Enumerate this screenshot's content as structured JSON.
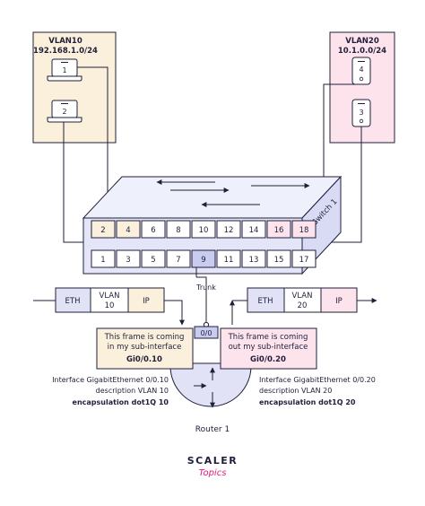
{
  "vlan10": {
    "name": "VLAN10",
    "subnet": "192.168.1.0/24",
    "hosts": [
      "1",
      "2"
    ]
  },
  "vlan20": {
    "name": "VLAN20",
    "subnet": "10.1.0.0/24",
    "hosts": [
      "4",
      "3"
    ]
  },
  "switch": {
    "label": "Switch 1",
    "top_row": [
      "2",
      "4",
      "6",
      "8",
      "10",
      "12",
      "14",
      "16",
      "18"
    ],
    "bottom_row": [
      "1",
      "3",
      "5",
      "7",
      "9",
      "11",
      "13",
      "15",
      "17"
    ]
  },
  "trunk_label": "Trunk",
  "router_port": "0/0",
  "router_label": "Router 1",
  "frame_in": {
    "eth": "ETH",
    "vlan": "VLAN\n10",
    "ip": "IP"
  },
  "frame_out": {
    "eth": "ETH",
    "vlan": "VLAN\n20",
    "ip": "IP"
  },
  "sub_in": {
    "line1": "This frame is coming",
    "line2": "in my sub-interface",
    "name": "Gi0/0.10"
  },
  "sub_out": {
    "line1": "This frame is coming",
    "line2": "out my sub-interface",
    "name": "Gi0/0.20"
  },
  "config_left": [
    "Interface GigabitEthernet 0/0.10",
    "description VLAN 10",
    "encapsulation dot1Q 10"
  ],
  "config_right": [
    "Interface GigabitEthernet 0/0.20",
    "description VLAN 20",
    "encapsulation dot1Q 20"
  ],
  "brand": {
    "name": "SCALER",
    "sub": "Topics"
  },
  "colors": {
    "vlan10": "#fbf0dc",
    "vlan20": "#fde3ec",
    "switch_face": "#e4e5f8",
    "switch_top": "#eef0fb",
    "port_vlan10": "#fbf0dc",
    "port_vlan20": "#fde3ec",
    "port_trunk": "#c9cbef",
    "router": "#e1e2f6",
    "ink": "#1f1f3a",
    "brand_pink": "#e6197b"
  }
}
